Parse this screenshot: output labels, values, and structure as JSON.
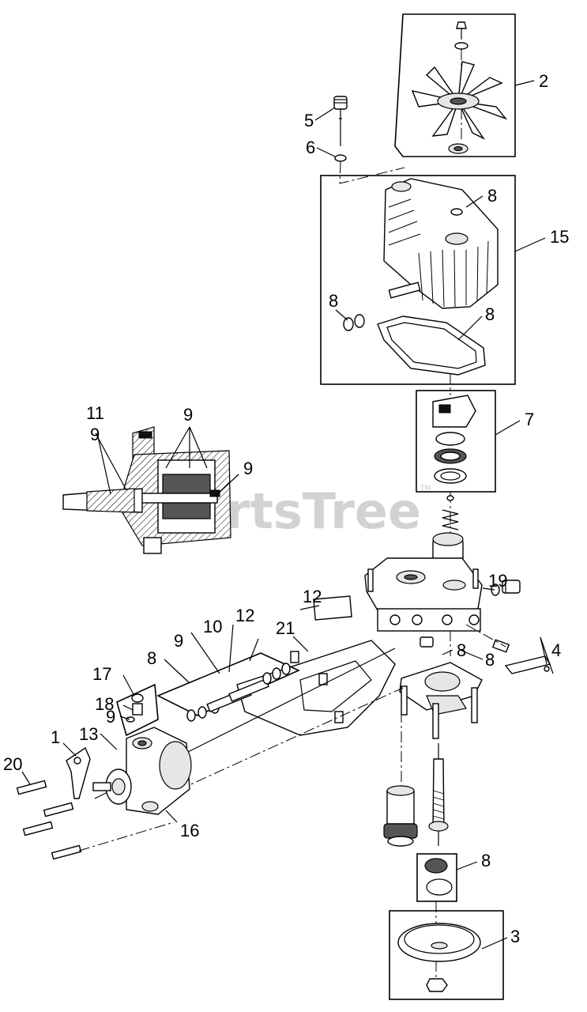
{
  "watermark": {
    "text": "PartsTree",
    "tm": "TM"
  },
  "callouts": {
    "c1": "1",
    "c2": "2",
    "c3": "3",
    "c4": "4",
    "c5": "5",
    "c6": "6",
    "c7": "7",
    "c8a": "8",
    "c8b": "8",
    "c8c": "8",
    "c8d": "8",
    "c8e": "8",
    "c8f": "8",
    "c8g": "8",
    "c9a": "9",
    "c9b": "9",
    "c9c": "9",
    "c9d": "9",
    "c9e": "9",
    "c10": "10",
    "c11": "11",
    "c12a": "12",
    "c12b": "12",
    "c13": "13",
    "c15": "15",
    "c16": "16",
    "c17": "17",
    "c18": "18",
    "c19": "19",
    "c20": "20",
    "c21": "21"
  }
}
